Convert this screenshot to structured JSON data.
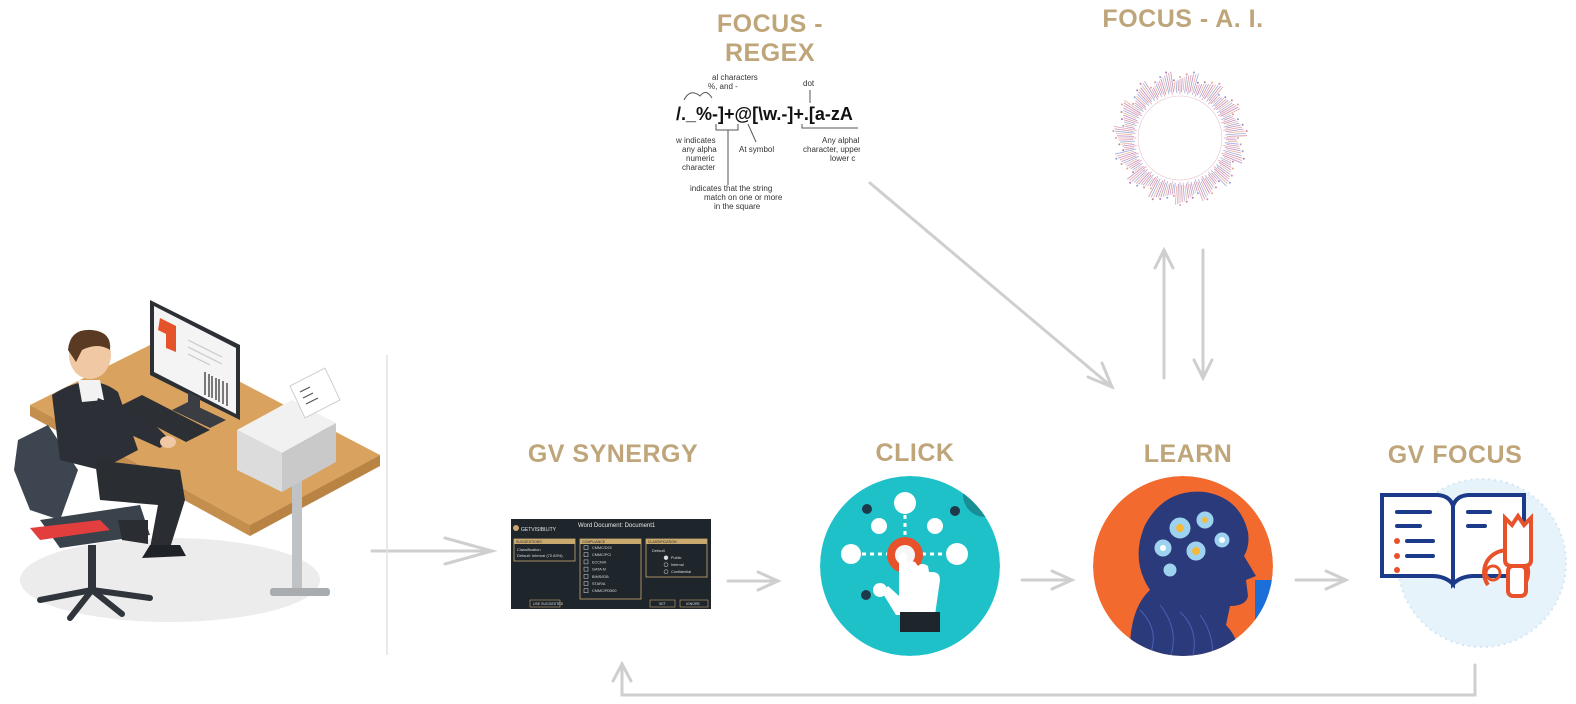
{
  "colors": {
    "label": "#bfa57a",
    "arrow": "#cfcfcf",
    "click_bg": "#1fc1c9",
    "learn_bg": "#f26a2e",
    "focus_bg": "#e6f3fb",
    "synergy_bg": "#1e252b",
    "synergy_header": "#c9a96e"
  },
  "labels": {
    "focus_regex": "FOCUS - REGEX",
    "focus_ai": "FOCUS - A. I.",
    "gv_synergy": "GV SYNERGY",
    "click": "CLICK",
    "learn": "LEARN",
    "gv_focus": "GV FOCUS"
  },
  "regex_figure": {
    "expression": "/._%-]+@[\\w.-]+.[a-zA",
    "notes": {
      "special_chars": "al characters",
      "special_chars_2": "%, and -",
      "dot": "dot",
      "w_indicates": "w indicates",
      "any_alpha": "any alpha",
      "numeric": "numeric",
      "character": "character",
      "at_symbol": "At symbol",
      "any_alpha_upper": "Any alphal",
      "char_upper": "character, upper",
      "lower": "lower c",
      "indicates_string": "indicates that the string",
      "match_one_more": "match on one or more",
      "in_square": "in the square"
    }
  },
  "synergy_window": {
    "title": "Word Document: Document1",
    "brand": "GETVISIBILITY",
    "col1_header": "SUGGESTIONS",
    "col1_line1": "Classification",
    "col1_line2": "Default: Internal (72.83%)",
    "col2_header": "COMPLIANCE",
    "col2_items": [
      "CMMC/DOI",
      "CMMC/PCI",
      "ECCN/K",
      "GATA M",
      "BIMS/IDB",
      "STAR/A",
      "CMMC/PD500"
    ],
    "col3_header": "CLASSIFICATION",
    "col3_default": "Default",
    "col3_options": [
      "Public",
      "Internal",
      "Confidential"
    ],
    "btn_left": "USE SUGGESTED",
    "btn_set": "SET",
    "btn_ignore": "IGNORE"
  }
}
